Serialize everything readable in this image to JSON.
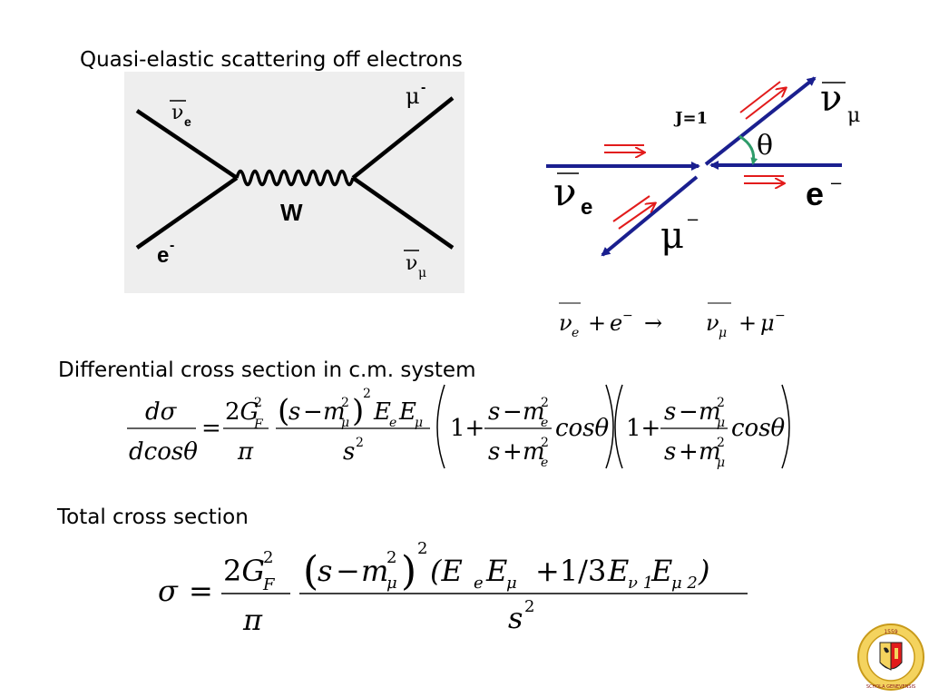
{
  "title": "Quasi-elastic scattering off electrons",
  "feynman": {
    "nu_e_bar_label": "ν",
    "nu_e_sub": "e",
    "mu_label": "μ",
    "mu_sup": "-",
    "w_label": "W",
    "e_label": "e",
    "e_sup": "-",
    "nu_mu_bar_label": "ν",
    "nu_mu_sub": "μ"
  },
  "kinematics": {
    "j_label": "J=1",
    "theta_label": "θ",
    "nu_mu_label": "ν",
    "nu_mu_sub": "μ",
    "nu_e_label": "ν",
    "nu_e_sub": "e",
    "e_label": "e",
    "e_sup": "−",
    "mu_label": "μ",
    "mu_sup": "−"
  },
  "reaction": {
    "nu_e": "ν",
    "e_sub": "e",
    "plus1": "+",
    "electron": "e",
    "minus1": "−",
    "arrow": "→",
    "nu_mu": "ν",
    "mu_sub": "μ",
    "plus2": "+",
    "muon": "μ",
    "minus2": "−"
  },
  "differential": {
    "heading": "Differential cross section in c.m. system",
    "lhs_num": "dσ",
    "lhs_den": "dcosθ"
  },
  "total": {
    "heading": "Total cross section",
    "sigma": "σ"
  },
  "logo": {
    "motto": "SCHOLA GENEVENSIS",
    "year": "1559"
  },
  "colors": {
    "navy": "#1a1f8f",
    "red": "#e21b1b",
    "green": "#2e9c6a",
    "diagram_bg": "#eeeeee"
  }
}
